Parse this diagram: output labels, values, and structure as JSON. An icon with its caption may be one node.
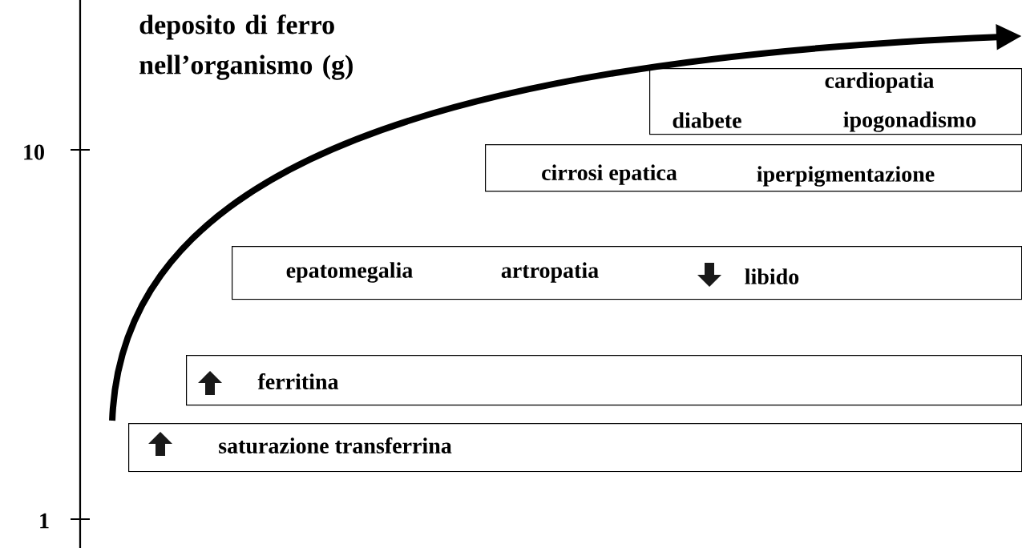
{
  "diagram": {
    "nodes": [
      {
        "text": [
          "cardiopatia",
          "diabete",
          "ipogonadismo"
        ]
      },
      {
        "text": [
          "cirrosi epatica",
          "iperpigmentazione"
        ]
      },
      {
        "text": [
          "epatomegalia",
          "artropatia",
          "libido"
        ]
      },
      {
        "text": [
          "ferritina"
        ]
      },
      {
        "text": [
          "saturazione transferrina"
        ]
      }
    ],
    "edges": [],
    "labels": [
      "deposito di ferro nell’organismo (g)",
      "10",
      "1"
    ]
  }
}
